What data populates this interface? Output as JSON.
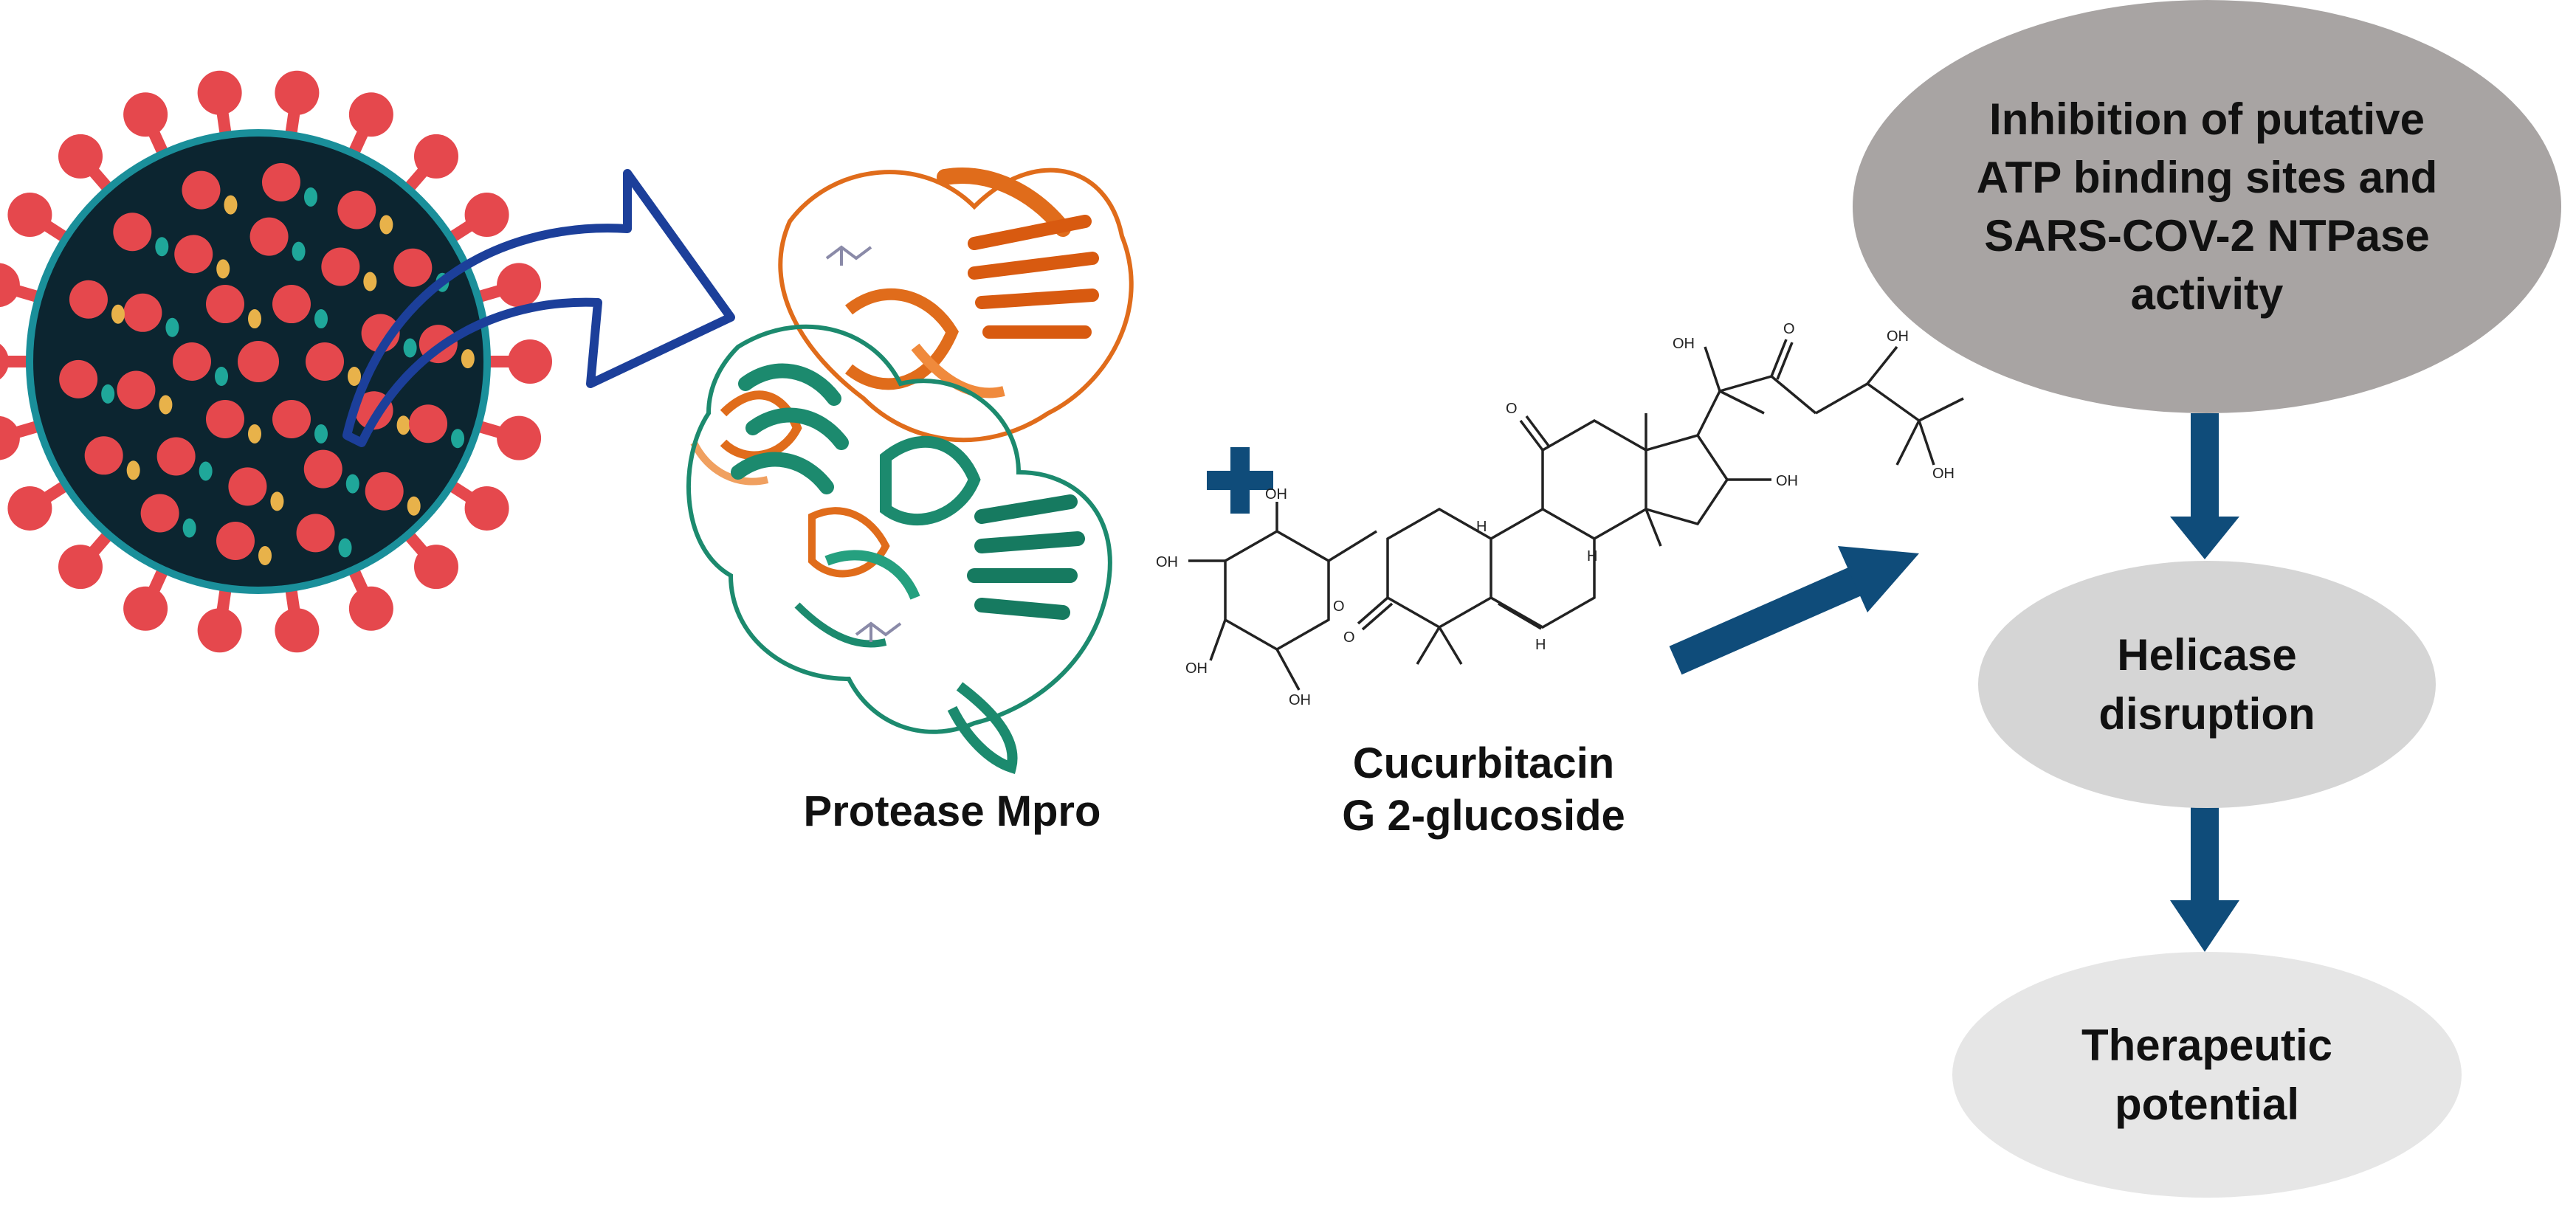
{
  "molecules": {
    "protease_label": "Protease Mpro",
    "compound_label_line1": "Cucurbitacin",
    "compound_label_line2": "G 2-glucoside"
  },
  "chem": {
    "hydroxyl": "OH",
    "oxygen": "O",
    "hydrogen": "H"
  },
  "flow": {
    "step1": "Inhibition of putative ATP binding sites and SARS-COV-2 NTPase activity",
    "step2": "Helicase disruption",
    "step3": "Therapeutic potential"
  },
  "colors": {
    "arrow_navy": "#0f4c7a",
    "outline_arrow": "#1c3f9a",
    "virus_body": "#0c2530",
    "spike": "#e5484d",
    "protease_orange": "#e06c1b",
    "protease_green": "#1c8a6e",
    "step1_fill": "#a8a4a3",
    "step2_fill": "#d5d5d5",
    "step3_fill": "#e6e6e6"
  },
  "icons": [
    "virus-icon",
    "curved-outline-arrow-icon",
    "protein-structure-icon",
    "plus-icon",
    "chemical-structure-icon",
    "diagonal-arrow-icon",
    "down-arrow-icon"
  ]
}
